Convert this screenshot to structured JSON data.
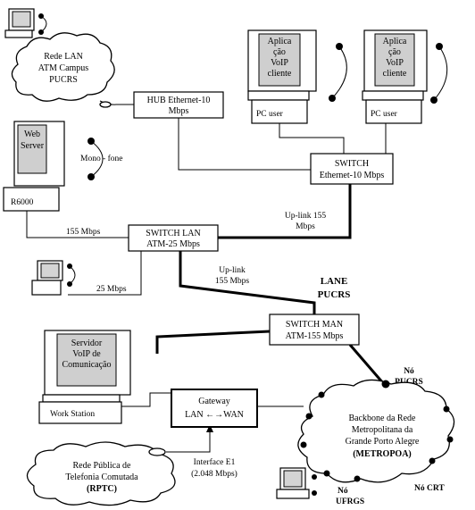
{
  "lan_campus_cloud": [
    "Rede LAN",
    "ATM Campus",
    "PUCRS"
  ],
  "hub": [
    "HUB  Ethernet-10",
    "Mbps"
  ],
  "pc_user_left": {
    "screen": [
      "Aplica",
      "ção",
      "VoIP",
      "cliente"
    ],
    "label": "PC user"
  },
  "pc_user_right": {
    "screen": [
      "Aplica",
      "ção",
      "VoIP",
      "cliente"
    ],
    "label": "PC user"
  },
  "web_server": {
    "screen": [
      "Web",
      "Server"
    ],
    "label": "R6000"
  },
  "mono_fone": "Mono - fone",
  "switch_eth": [
    "SWITCH",
    "Ethernet-10 Mbps"
  ],
  "uplink_155_top": [
    "Up-link 155",
    "Mbps"
  ],
  "speed_155_left": "155 Mbps",
  "switch_lan": [
    "SWITCH LAN",
    "ATM-25 Mbps"
  ],
  "speed_25": "25 Mbps",
  "uplink_155_mid": [
    "Up-link",
    "155 Mbps"
  ],
  "lane": [
    "LANE",
    "PUCRS"
  ],
  "switch_man": [
    "SWITCH MAN",
    "ATM-155 Mbps"
  ],
  "voip_server": {
    "screen": [
      "Servidor",
      "VoIP  de",
      "Comunicação"
    ],
    "label": "Work Station"
  },
  "gateway": [
    "Gateway",
    "LAN ←→WAN"
  ],
  "no_pucrs": [
    "Nó",
    "PUCRS"
  ],
  "backbone_cloud": [
    "Backbone da Rede",
    "Metropolitana da",
    "Grande Porto Alegre",
    "(METROPOA)"
  ],
  "interface": [
    "Interface E1",
    "(2.048 Mbps)"
  ],
  "rptc_cloud": [
    "Rede Pública de",
    "Telefonia Comutada",
    "(RPTC)"
  ],
  "no_ufrgs": [
    "Nó",
    "UFRGS"
  ],
  "no_crt": "Nó CRT"
}
